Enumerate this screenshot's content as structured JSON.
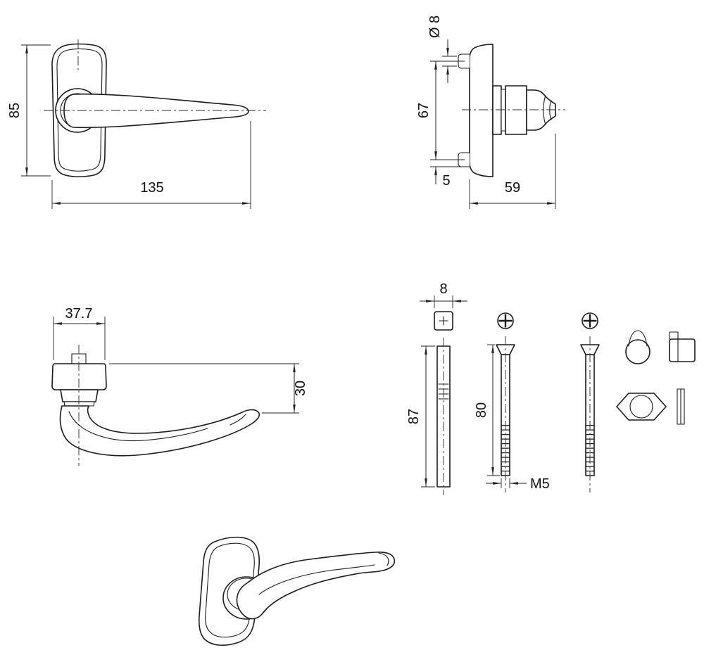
{
  "front_view": {
    "height": "85",
    "length": "135"
  },
  "side_view": {
    "hole_dia": "Ø 8",
    "centers": "67",
    "edge_offset": "5",
    "depth": "59"
  },
  "top_view": {
    "width": "37.7",
    "drop": "30"
  },
  "hardware": {
    "square": "8",
    "spindle_len": "87",
    "screw_len": "80",
    "thread": "M5"
  }
}
